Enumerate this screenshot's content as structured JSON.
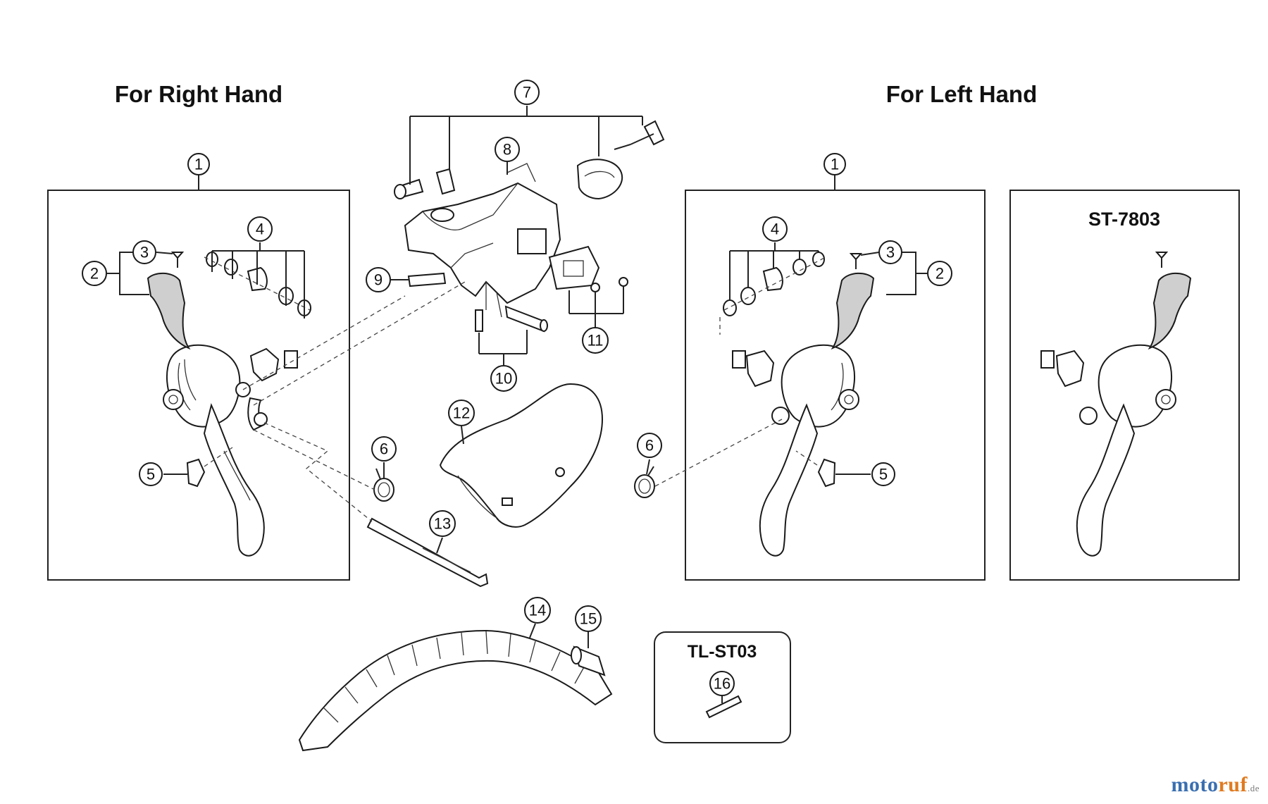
{
  "titles": {
    "right_hand": "For Right Hand",
    "left_hand": "For Left Hand",
    "variant": "ST-7803",
    "tool": "TL-ST03"
  },
  "callouts": {
    "c1r": "1",
    "c2r": "2",
    "c3r": "3",
    "c4r": "4",
    "c5r": "5",
    "c6r": "6",
    "c7": "7",
    "c8": "8",
    "c9": "9",
    "c10": "10",
    "c11": "11",
    "c12": "12",
    "c13": "13",
    "c14": "14",
    "c15": "15",
    "c16": "16",
    "c1l": "1",
    "c2l": "2",
    "c3l": "3",
    "c4l": "4",
    "c5l": "5",
    "c6l": "6"
  },
  "watermark": {
    "brand_a": "moto",
    "brand_b": "ruf",
    "tld": ".de"
  },
  "colors": {
    "line": "#222222",
    "watermark_blue": "#3a6fb0",
    "watermark_orange": "#e07a1f"
  }
}
